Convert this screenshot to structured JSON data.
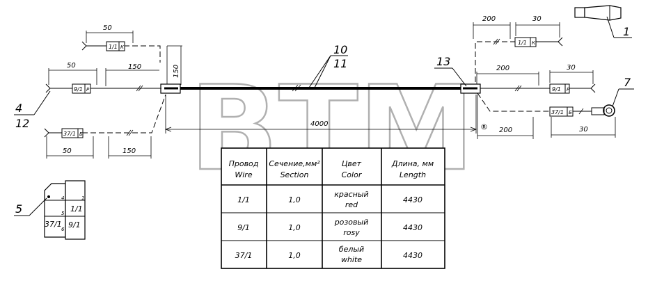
{
  "watermark": {
    "text": "BTM",
    "mark": "®"
  },
  "callouts": {
    "c1": "1",
    "c4": "4",
    "c12": "12",
    "c5": "5",
    "c7": "7",
    "c10": "10",
    "c11": "11",
    "c13": "13"
  },
  "dimensions": {
    "d50_top_left": "50",
    "d50_mid_left": "50",
    "d50_bot_left": "50",
    "d150_mid_left": "150",
    "d150_bot_left": "150",
    "d150_vertical": "150",
    "d4000": "4000",
    "d200_top_right": "200",
    "d30_top_right": "30",
    "d200_mid_right": "200",
    "d30_mid_right": "30",
    "d200_bot_right": "200",
    "d30_bot_right": "30"
  },
  "wire_tags": {
    "tl_wire": "1/1",
    "tl_color": "К",
    "ml_wire": "9/1",
    "ml_color": "Р",
    "bl_wire": "37/1",
    "bl_color": "Б",
    "tr_wire": "1/1",
    "tr_color": "К",
    "mr_wire": "9/1",
    "mr_color": "Р",
    "br_wire": "37/1",
    "br_color": "Б"
  },
  "connector": {
    "pins": {
      "p1": "1",
      "p4": "4",
      "p5": "5",
      "p6": "6"
    },
    "cells": {
      "c11": "1/1",
      "c371": "37/1",
      "c91": "9/1"
    }
  },
  "table": {
    "headers": [
      {
        "ru": "Провод",
        "en": "Wire"
      },
      {
        "ru": "Сечение,мм²",
        "en": "Section"
      },
      {
        "ru": "Цвет",
        "en": "Color"
      },
      {
        "ru": "Длина, мм",
        "en": "Length"
      }
    ],
    "rows": [
      {
        "wire": "1/1",
        "section": "1,0",
        "color_ru": "красный",
        "color_en": "red",
        "length": "4430"
      },
      {
        "wire": "9/1",
        "section": "1,0",
        "color_ru": "розовый",
        "color_en": "rosy",
        "length": "4430"
      },
      {
        "wire": "37/1",
        "section": "1,0",
        "color_ru": "белый",
        "color_en": "white",
        "length": "4430"
      }
    ]
  }
}
